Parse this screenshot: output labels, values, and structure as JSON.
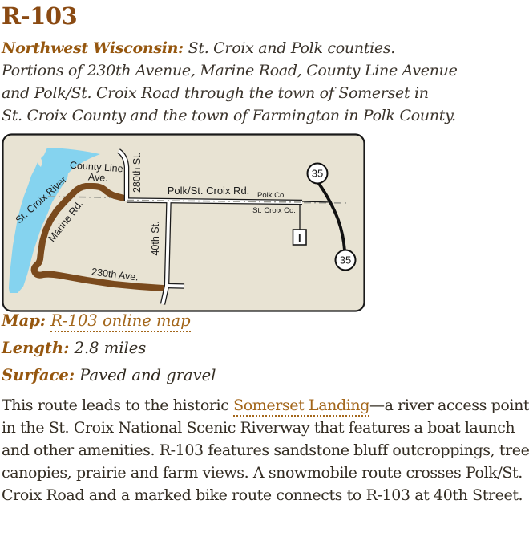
{
  "title": "R-103",
  "intro": {
    "region_label": "Northwest Wisconsin:",
    "lines": [
      "St. Croix and Polk counties.",
      "Portions of 230th Avenue, Marine Road, County Line Avenue",
      "and Polk/St. Croix Road through the town of Somerset in",
      "St. Croix County and the town of Farmington in Polk County."
    ]
  },
  "map": {
    "labels": {
      "river": "St. Croix River",
      "county_line_ave_1": "County Line",
      "county_line_ave_2": "Ave.",
      "street_280": "280th St.",
      "polk_st_croix_rd": "Polk/St. Croix Rd.",
      "polk_co": "Polk Co.",
      "st_croix_co": "St. Croix Co.",
      "marine_rd": "Marine Rd.",
      "street_40": "40th St.",
      "ave_230": "230th Ave.",
      "hwy_35_top": "35",
      "hwy_35_bottom": "35",
      "county_road_marker": "I"
    },
    "colors": {
      "background": "#e8e3d3",
      "border": "#1a1a1a",
      "river": "#85d3ef",
      "route": "#7a4a1d",
      "road_fill": "#ffffff",
      "county_line": "#9b9b93"
    }
  },
  "meta": {
    "map_label": "Map:",
    "map_link": "R-103 online map",
    "length_label": "Length:",
    "length_value": "2.8 miles",
    "surface_label": "Surface:",
    "surface_value": "Paved and gravel"
  },
  "paragraph": {
    "line1_pre": "This route leads to the historic ",
    "link": "Somerset Landing",
    "line1_post": "—a river access point",
    "lines": [
      "in the St. Croix National Scenic Riverway that features a boat launch",
      "and other amenities. R-103 features sandstone bluff outcroppings, tree",
      "canopies, prairie and farm views. A snowmobile route crosses Polk/St.",
      "Croix Road and a marked bike route connects to R-103 at 40th Street."
    ]
  },
  "colors": {
    "heading": "#8a4a12",
    "inline_label": "#96570f",
    "link": "#a3661a",
    "body_text": "#332c22"
  }
}
